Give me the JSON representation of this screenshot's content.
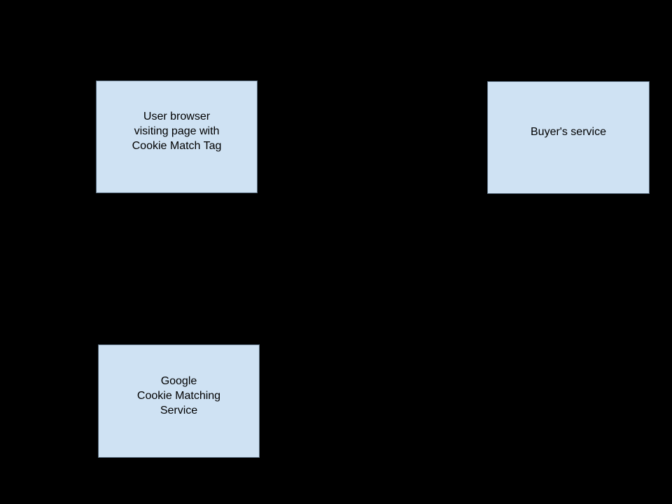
{
  "canvas": {
    "background": "#000000"
  },
  "colors": {
    "box_fill": "#cfe2f3",
    "box_border": "#5a6e80",
    "box_text": "#000000"
  },
  "nodes": {
    "user_browser": {
      "lines": [
        "User browser",
        "visiting page with",
        "Cookie Match Tag"
      ]
    },
    "buyers_service": {
      "lines": [
        "Buyer's service"
      ]
    },
    "google_cookie_matching": {
      "lines": [
        "Google",
        "Cookie Matching",
        "Service"
      ]
    }
  }
}
